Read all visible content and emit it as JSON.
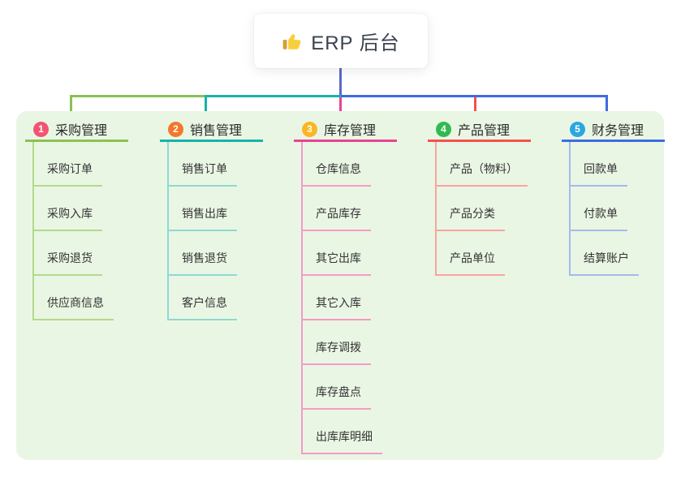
{
  "root": {
    "title": "ERP 后台",
    "icon": "thumbs-up-icon"
  },
  "connector": {
    "root_color": "#5b68c8"
  },
  "branches": [
    {
      "index": "1",
      "label": "采购管理",
      "badge_color": "#f25571",
      "line_color": "#8cc152",
      "child_line_color": "#b3da8a",
      "children": [
        "采购订单",
        "采购入库",
        "采购退货",
        "供应商信息"
      ]
    },
    {
      "index": "2",
      "label": "销售管理",
      "badge_color": "#f5772c",
      "line_color": "#17b3aa",
      "child_line_color": "#8fd9d2",
      "children": [
        "销售订单",
        "销售出库",
        "销售退货",
        "客户信息"
      ]
    },
    {
      "index": "3",
      "label": "库存管理",
      "badge_color": "#fbb622",
      "line_color": "#e84393",
      "child_line_color": "#f49bc8",
      "children": [
        "仓库信息",
        "产品库存",
        "其它出库",
        "其它入库",
        "库存调拨",
        "库存盘点",
        "出库库明细"
      ]
    },
    {
      "index": "4",
      "label": "产品管理",
      "badge_color": "#31ba52",
      "line_color": "#f4514e",
      "child_line_color": "#f9a3a0",
      "children": [
        "产品（物料）",
        "产品分类",
        "产品单位"
      ]
    },
    {
      "index": "5",
      "label": "财务管理",
      "badge_color": "#2ba7e0",
      "line_color": "#3e6be0",
      "child_line_color": "#a3bbec",
      "children": [
        "回款单",
        "付款单",
        "结算账户"
      ]
    }
  ]
}
